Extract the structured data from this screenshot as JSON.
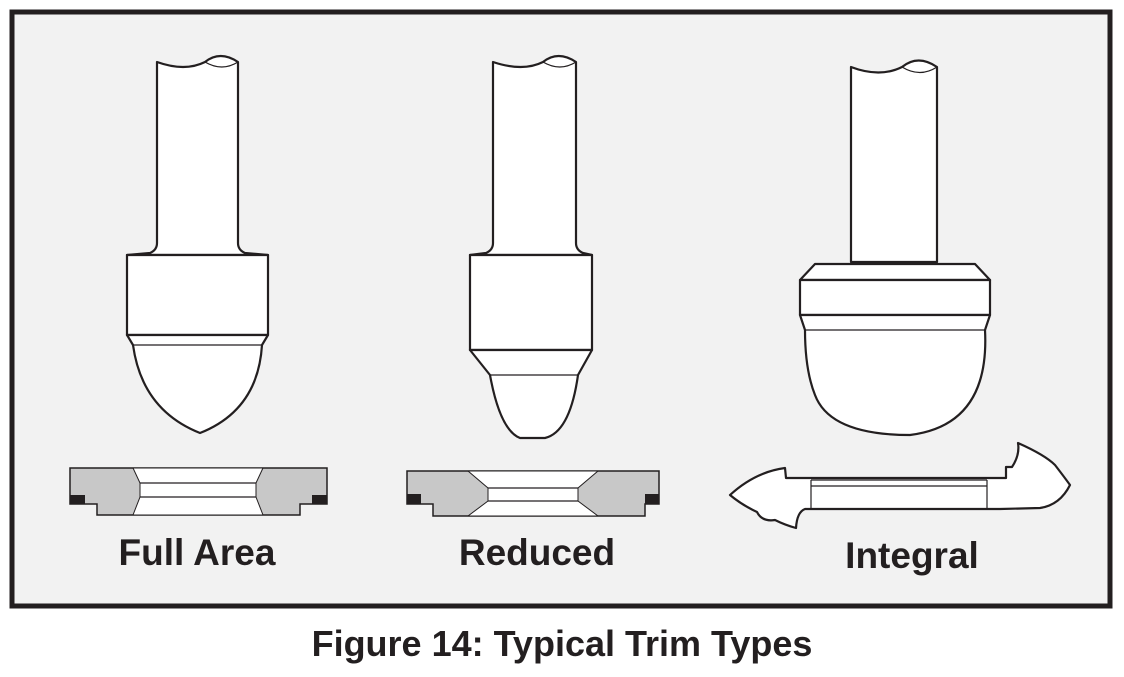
{
  "figure": {
    "caption": "Figure 14: Typical Trim Types",
    "types": [
      {
        "label": "Full Area"
      },
      {
        "label": "Reduced"
      },
      {
        "label": "Integral"
      }
    ]
  },
  "colors": {
    "frame": "#231f20",
    "background": "#f2f2f2",
    "seat": "#c8c8c8"
  }
}
